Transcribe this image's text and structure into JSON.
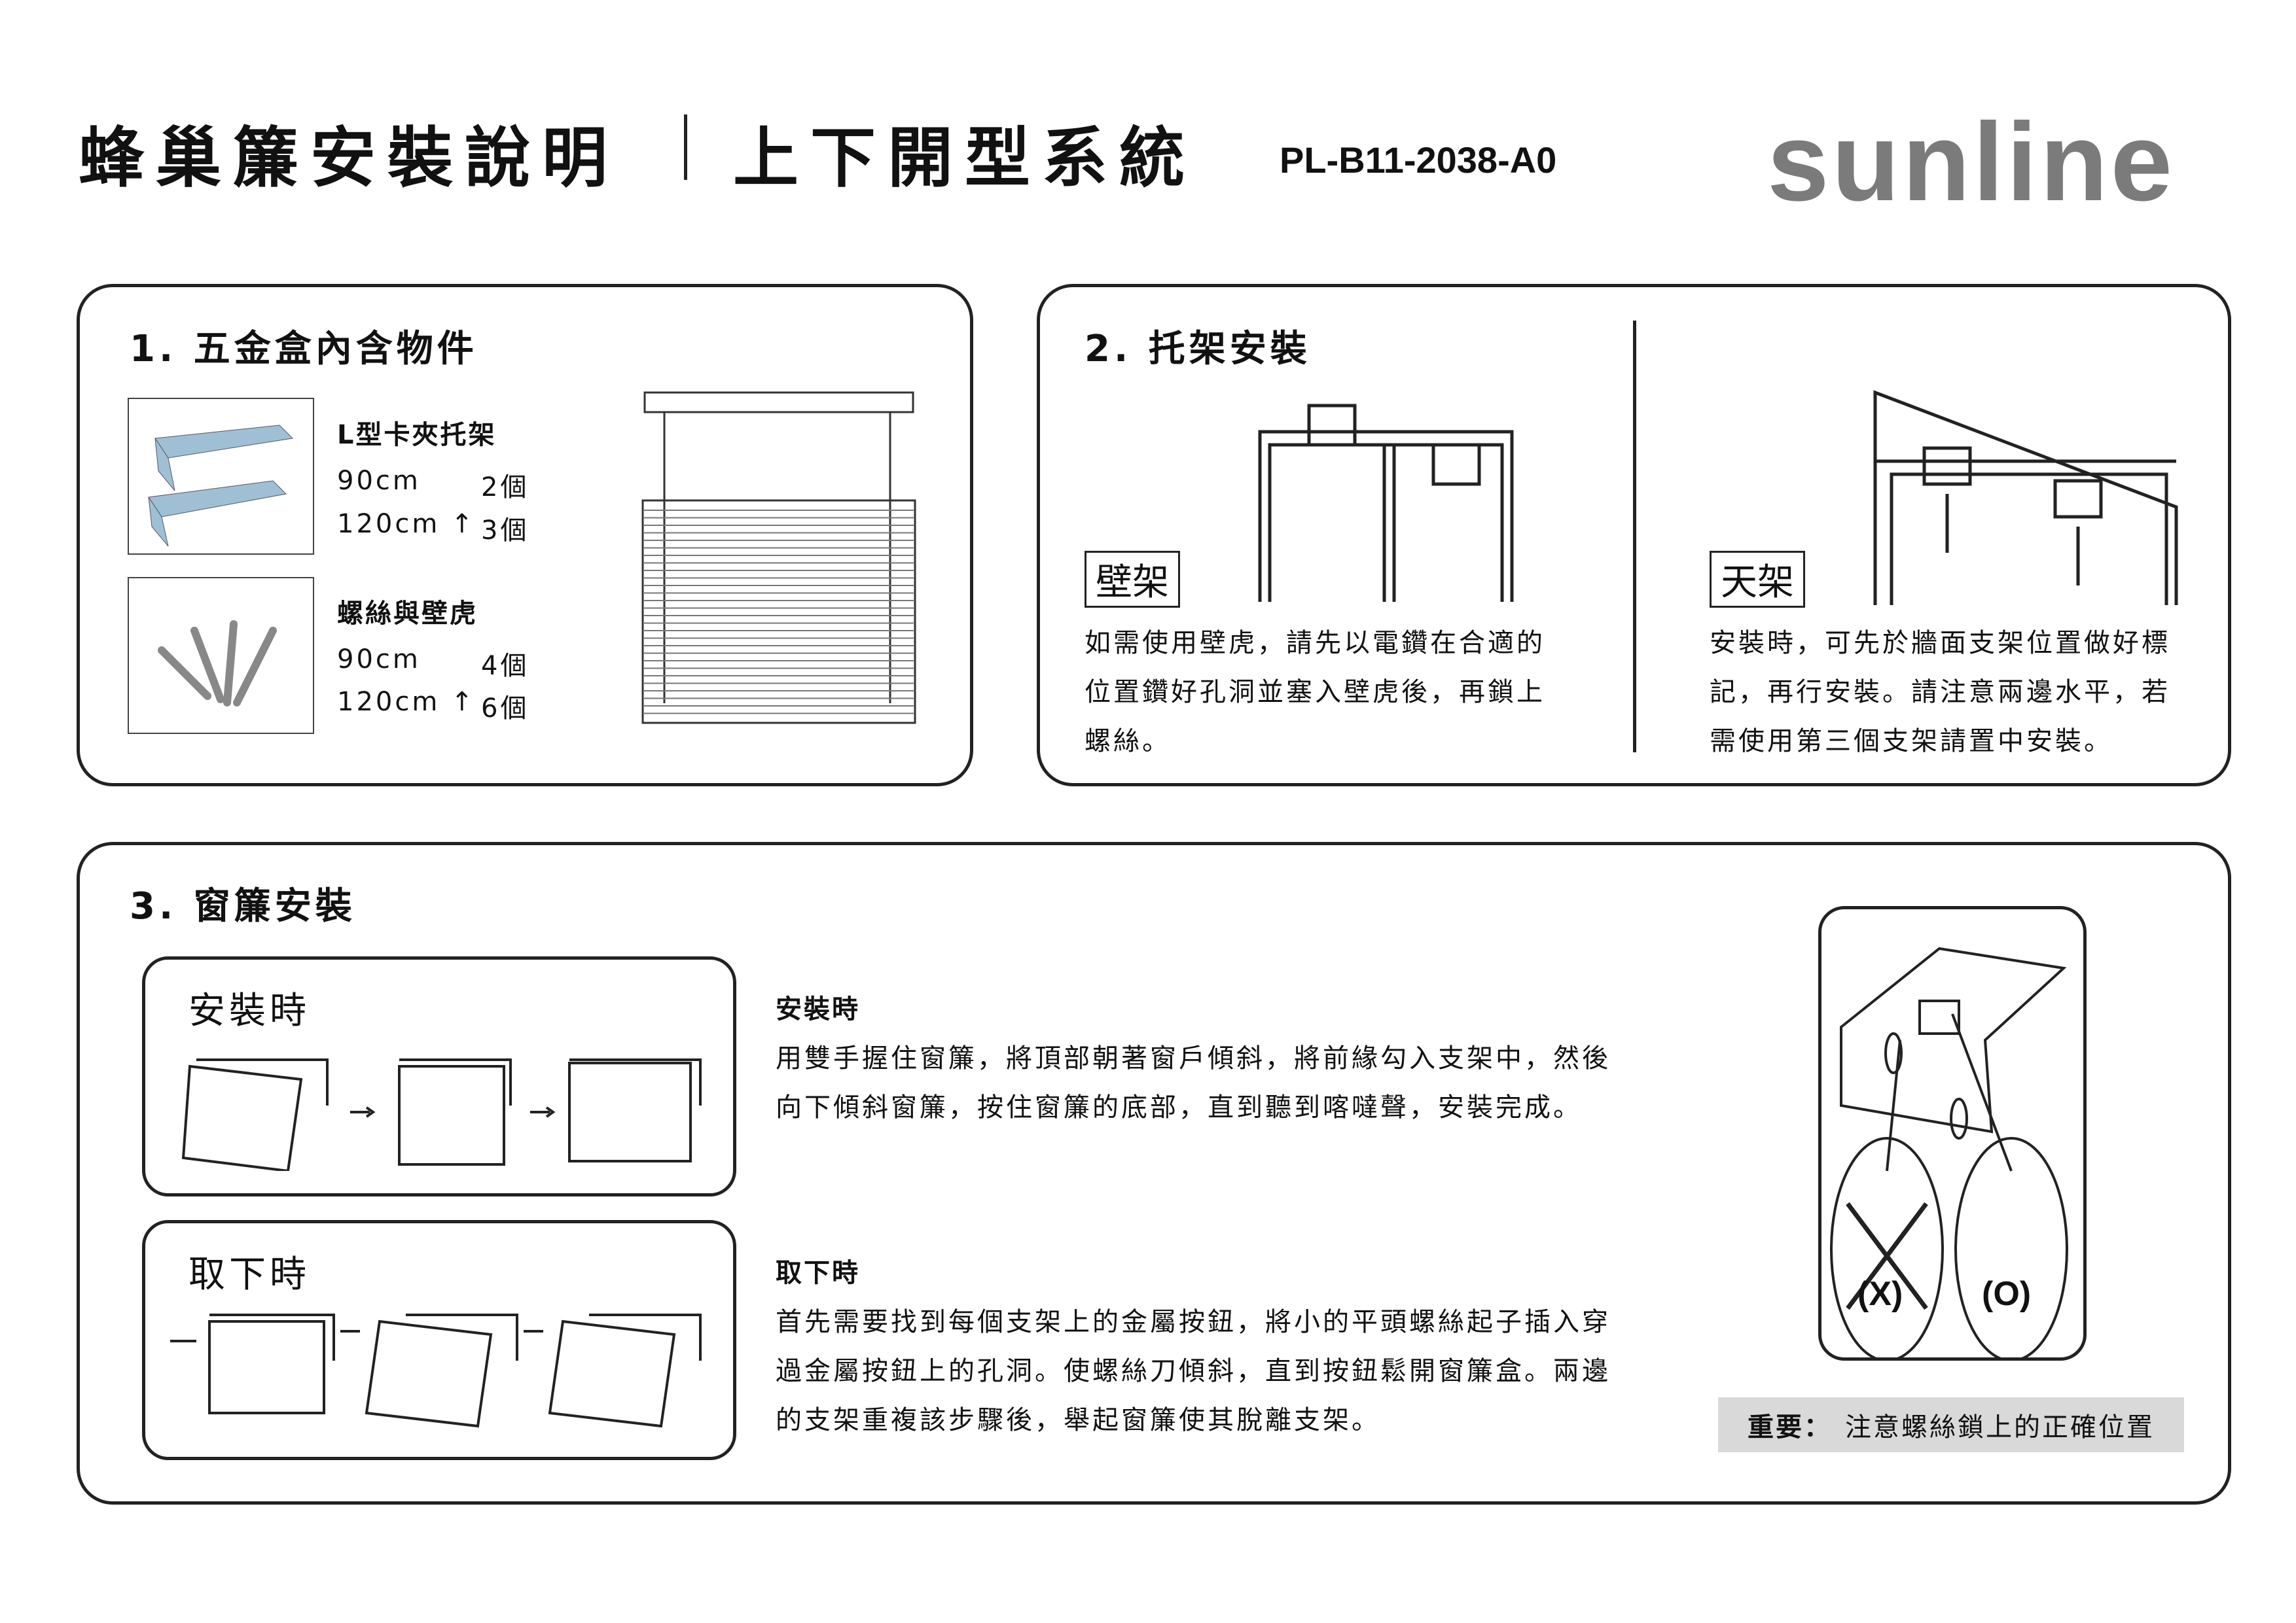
{
  "header": {
    "title": "蜂巢簾安裝說明",
    "subtitle": "上下開型系統",
    "code": "PL-B11-2038-A0",
    "logo": "sunline"
  },
  "section1": {
    "heading": "1. 五金盒內含物件",
    "items": [
      {
        "name": "L型卡夾托架",
        "lines": [
          {
            "size": "90cm",
            "qty": "2個"
          },
          {
            "size": "120cm ↑",
            "qty": "3個"
          }
        ]
      },
      {
        "name": "螺絲與壁虎",
        "lines": [
          {
            "size": "90cm",
            "qty": "4個"
          },
          {
            "size": "120cm ↑",
            "qty": "6個"
          }
        ]
      }
    ]
  },
  "section2": {
    "heading": "2. 托架安裝",
    "wall": {
      "tag": "壁架",
      "lines": [
        "如需使用壁虎，請先以電鑽在合適的",
        "位置鑽好孔洞並塞入壁虎後，再鎖上",
        "螺絲。"
      ]
    },
    "ceiling": {
      "tag": "天架",
      "lines": [
        "安裝時，可先於牆面支架位置做好標",
        "記，再行安裝。請注意兩邊水平，若",
        "需使用第三個支架請置中安裝。"
      ]
    }
  },
  "section3": {
    "heading": "3. 窗簾安裝",
    "install": {
      "panel_label": "安裝時",
      "title": "安裝時",
      "lines": [
        "用雙手握住窗簾，將頂部朝著窗戶傾斜，將前緣勾入支架中，然後",
        "向下傾斜窗簾，按住窗簾的底部，直到聽到喀噠聲，安裝完成。"
      ]
    },
    "remove": {
      "panel_label": "取下時",
      "title": "取下時",
      "lines": [
        "首先需要找到每個支架上的金屬按鈕，將小的平頭螺絲起子插入穿",
        "過金屬按鈕上的孔洞。使螺絲刀傾斜，直到按鈕鬆開窗簾盒。兩邊",
        "的支架重複該步驟後，舉起窗簾使其脫離支架。"
      ]
    },
    "wrong_label": "(X)",
    "right_label": "(O)",
    "important_label": "重要：",
    "important_text": "注意螺絲鎖上的正確位置"
  }
}
